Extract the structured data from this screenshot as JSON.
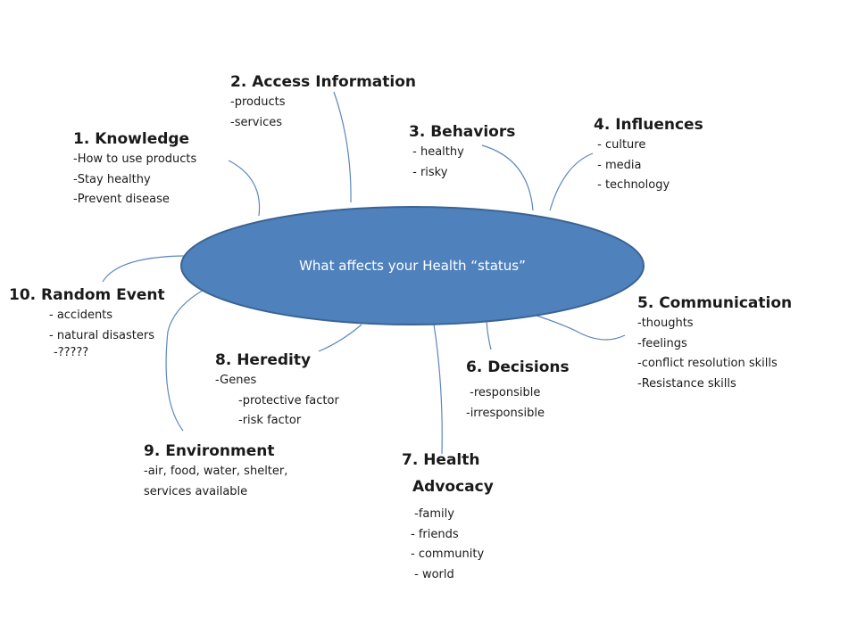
{
  "center": {
    "label": "What affects your Health “status”",
    "fill": "#4f81bd",
    "stroke": "#3a6493"
  },
  "connector_color": "#5b87bd",
  "factors": [
    {
      "id": "knowledge",
      "title": "1. Knowledge",
      "items": [
        "-How to use products",
        "-Stay healthy",
        "-Prevent disease"
      ]
    },
    {
      "id": "access-information",
      "title": "2. Access Information",
      "items": [
        "-products",
        "-services"
      ]
    },
    {
      "id": "behaviors",
      "title": "3. Behaviors",
      "items": [
        " - healthy",
        " - risky"
      ]
    },
    {
      "id": "influences",
      "title": "4. Influences",
      "items": [
        " - culture",
        " - media",
        " - technology"
      ]
    },
    {
      "id": "communication",
      "title": "5. Communication",
      "items": [
        "-thoughts",
        "-feelings",
        "-conflict resolution skills",
        "-Resistance skills"
      ]
    },
    {
      "id": "decisions",
      "title": "6. Decisions",
      "items": [
        " -responsible",
        "-irresponsible"
      ]
    },
    {
      "id": "health-advocacy",
      "title_lines": [
        "7. Health",
        "Advocacy"
      ],
      "items": [
        " -family",
        "- friends",
        "- community",
        " - world"
      ]
    },
    {
      "id": "heredity",
      "title": "8. Heredity",
      "items": [
        "-Genes",
        "-protective factor",
        "-risk factor"
      ]
    },
    {
      "id": "environment",
      "title": "9. Environment",
      "items": [
        "-air, food, water, shelter,",
        "services available"
      ]
    },
    {
      "id": "random-event",
      "title": "10. Random Event",
      "items": [
        "- accidents",
        "- natural disasters",
        "-?????"
      ]
    }
  ]
}
